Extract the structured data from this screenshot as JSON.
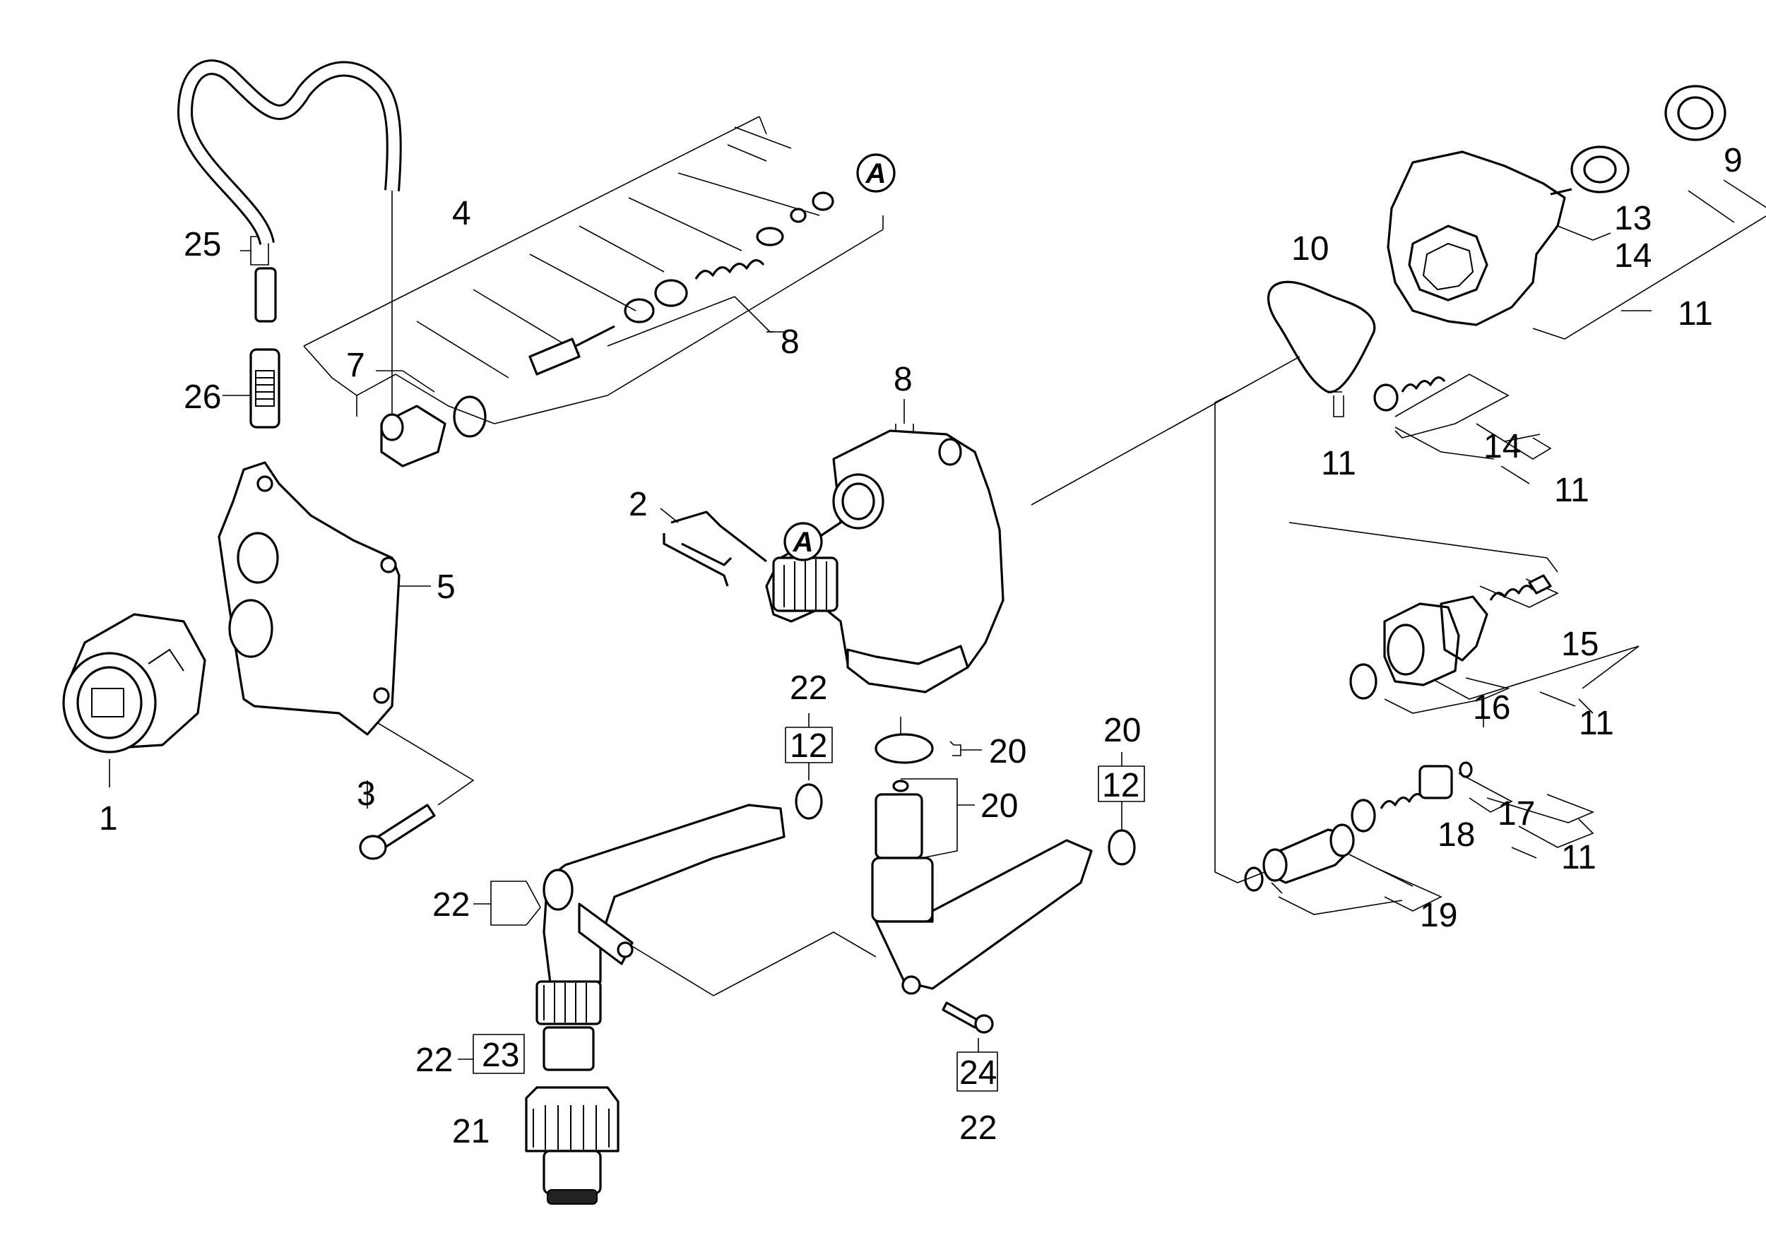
{
  "diagram": {
    "reference_letter": "A",
    "labels": [
      {
        "id": "lbl-1",
        "text": "1"
      },
      {
        "id": "lbl-2",
        "text": "2"
      },
      {
        "id": "lbl-3",
        "text": "3"
      },
      {
        "id": "lbl-4",
        "text": "4"
      },
      {
        "id": "lbl-5",
        "text": "5"
      },
      {
        "id": "lbl-7",
        "text": "7"
      },
      {
        "id": "lbl-8a",
        "text": "8"
      },
      {
        "id": "lbl-8b",
        "text": "8"
      },
      {
        "id": "lbl-9",
        "text": "9"
      },
      {
        "id": "lbl-10",
        "text": "10"
      },
      {
        "id": "lbl-11a",
        "text": "11"
      },
      {
        "id": "lbl-11b",
        "text": "11"
      },
      {
        "id": "lbl-11c",
        "text": "11"
      },
      {
        "id": "lbl-11d",
        "text": "11"
      },
      {
        "id": "lbl-11e",
        "text": "11"
      },
      {
        "id": "lbl-12a",
        "text": "12"
      },
      {
        "id": "lbl-12b",
        "text": "12"
      },
      {
        "id": "lbl-13",
        "text": "13"
      },
      {
        "id": "lbl-14a",
        "text": "14"
      },
      {
        "id": "lbl-14b",
        "text": "14"
      },
      {
        "id": "lbl-15",
        "text": "15"
      },
      {
        "id": "lbl-16",
        "text": "16"
      },
      {
        "id": "lbl-17",
        "text": "17"
      },
      {
        "id": "lbl-18",
        "text": "18"
      },
      {
        "id": "lbl-19",
        "text": "19"
      },
      {
        "id": "lbl-20a",
        "text": "20"
      },
      {
        "id": "lbl-20b",
        "text": "20"
      },
      {
        "id": "lbl-20c",
        "text": "20"
      },
      {
        "id": "lbl-21",
        "text": "21"
      },
      {
        "id": "lbl-22a",
        "text": "22"
      },
      {
        "id": "lbl-22b",
        "text": "22"
      },
      {
        "id": "lbl-22c",
        "text": "22"
      },
      {
        "id": "lbl-22d",
        "text": "22"
      },
      {
        "id": "lbl-23",
        "text": "23"
      },
      {
        "id": "lbl-24",
        "text": "24"
      },
      {
        "id": "lbl-25",
        "text": "25"
      },
      {
        "id": "lbl-26",
        "text": "26"
      }
    ]
  }
}
